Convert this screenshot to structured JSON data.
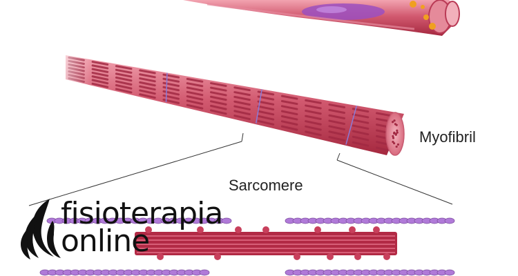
{
  "labels": {
    "myofibril": "Myofibril",
    "sarcomere": "Sarcomere"
  },
  "logo": {
    "line1": "fisioterapia",
    "line2": "online",
    "icon": "flame-feather-icon"
  },
  "colors": {
    "muscle": "#c8455c",
    "muscle_light": "#e58a9a",
    "muscle_dark": "#8e1e33",
    "stripe": "#a22a43",
    "z_line": "#8a7bd8",
    "myosin": "#7e4fa0",
    "actin": "#b07ad8",
    "nucleus": "#9b4fc0",
    "mitochondria": "#f0a020"
  }
}
